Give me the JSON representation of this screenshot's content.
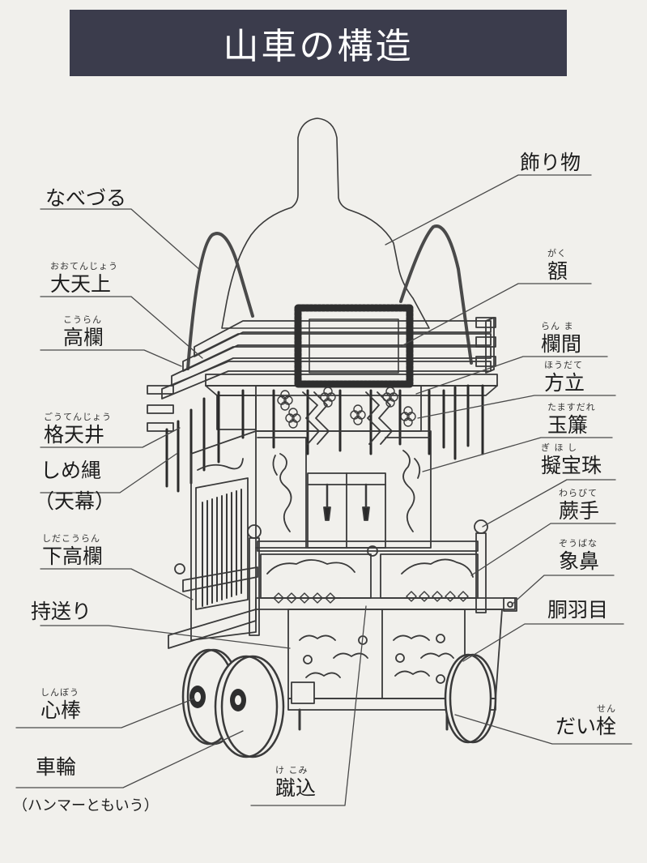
{
  "title": "山車の構造",
  "colors": {
    "title_bg": "#3b3c4c",
    "title_fg": "#ffffff",
    "background": "#f1f0ec",
    "line": "#3a3a3a"
  },
  "labels": {
    "nabezuru": {
      "text": "なべづる",
      "ruby": ""
    },
    "ootenjou": {
      "text": "大天上",
      "ruby": "おおてんじょう"
    },
    "kouran": {
      "text": "高欄",
      "ruby": "こうらん"
    },
    "goutenjou": {
      "text": "格天井",
      "ruby": "ごうてんじょう"
    },
    "shimenawa": {
      "text": "しめ縄",
      "ruby": ""
    },
    "tenmaku": {
      "text": "（天幕）",
      "ruby": ""
    },
    "shitakouran": {
      "text": "下高欄",
      "ruby": "しだこうらん"
    },
    "mochiokuri": {
      "text": "持送り",
      "ruby": ""
    },
    "shinbou": {
      "text": "心棒",
      "ruby": "しんぼう"
    },
    "sharin": {
      "text": "車輪",
      "ruby": ""
    },
    "sharin_note": {
      "text": "（ハンマーともいう）",
      "ruby": ""
    },
    "kazarimono": {
      "text": "飾り物",
      "ruby": ""
    },
    "gaku": {
      "text": "額",
      "ruby": "がく"
    },
    "ranma": {
      "text": "欄間",
      "ruby": "らん ま"
    },
    "houdate": {
      "text": "方立",
      "ruby": "ほうだて"
    },
    "tamasudare": {
      "text": "玉簾",
      "ruby": "たますだれ"
    },
    "giboshi": {
      "text": "擬宝珠",
      "ruby": "ぎ ほ し"
    },
    "warabite": {
      "text": "蕨手",
      "ruby": "わらびて"
    },
    "zoubana": {
      "text": "象鼻",
      "ruby": "ぞうばな"
    },
    "dobame": {
      "text": "胴羽目",
      "ruby": ""
    },
    "daisen": {
      "text": "だい栓",
      "ruby": "せん"
    },
    "kekomi": {
      "text": "蹴込",
      "ruby": "け こみ"
    }
  }
}
